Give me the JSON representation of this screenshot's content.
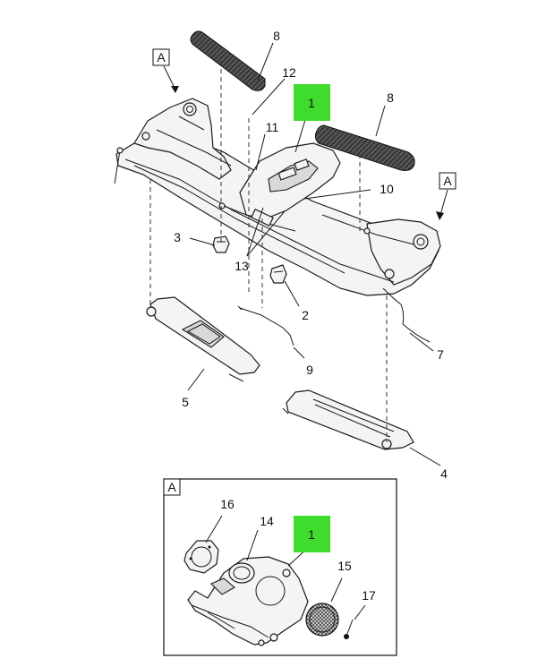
{
  "view_labels": {
    "main_top": "A",
    "main_right": "A",
    "detail": "A"
  },
  "callouts": {
    "c1": "1",
    "c1_detail": "1",
    "c2": "2",
    "c3": "3",
    "c4": "4",
    "c5": "5",
    "c6": "7",
    "c7": "8",
    "c8": "8",
    "c9": "9",
    "c10": "10",
    "c11": "11",
    "c12": "12",
    "c13": "13",
    "c14": "14",
    "c15": "15",
    "c16": "16",
    "c17": "17"
  },
  "colors": {
    "highlight": "#3fdc2e",
    "line": "#1a1a1a",
    "panel": "#f4f4f4"
  }
}
